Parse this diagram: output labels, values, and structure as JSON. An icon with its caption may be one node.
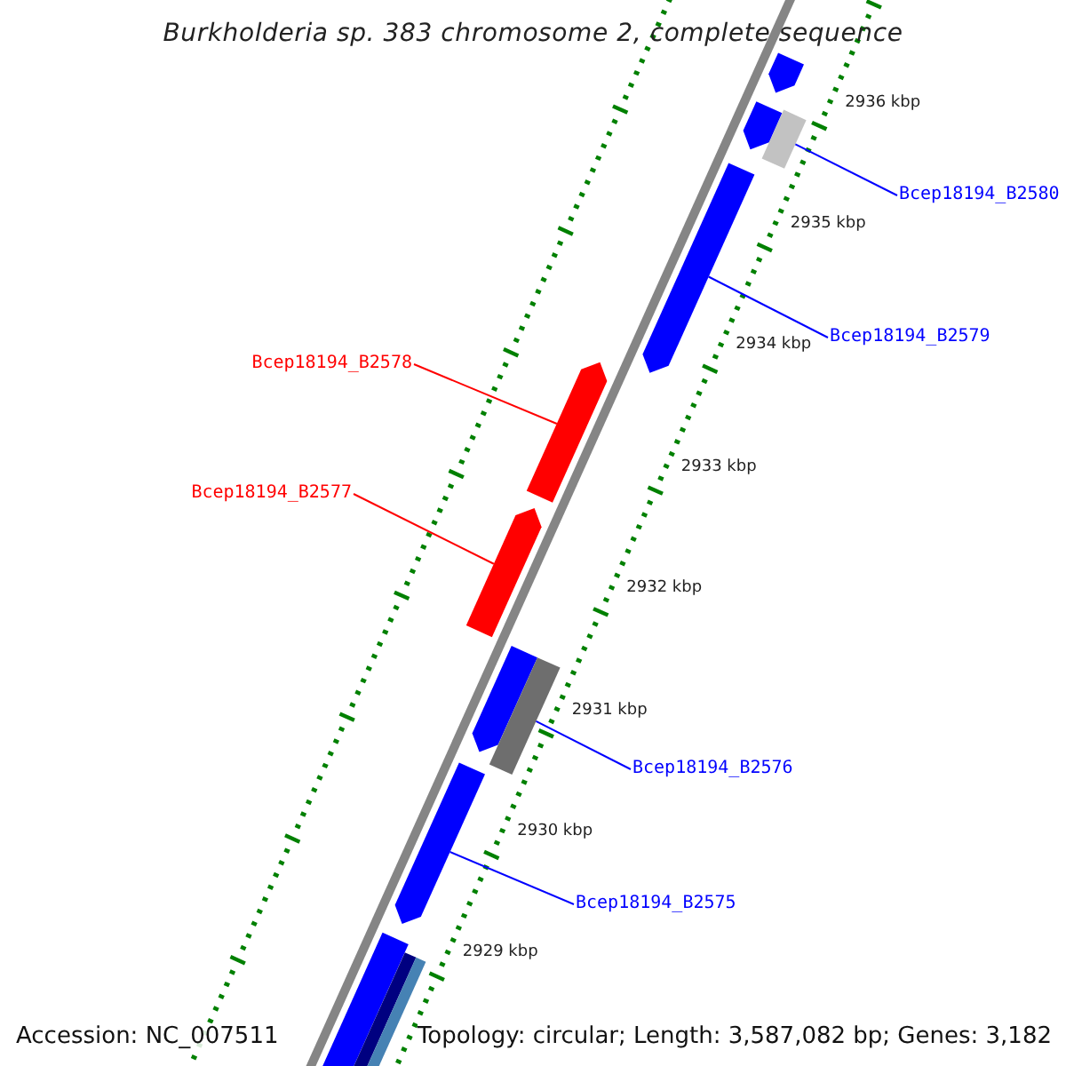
{
  "diagram": {
    "title": "Burkholderia sp. 383 chromosome 2, complete sequence",
    "nodes": [
      {
        "text": [
          "Bcep18194_B2580"
        ]
      },
      {
        "text": [
          "Bcep18194_B2579"
        ]
      },
      {
        "text": [
          "Bcep18194_B2578"
        ]
      },
      {
        "text": [
          "Bcep18194_B2577"
        ]
      },
      {
        "text": [
          "Bcep18194_B2576"
        ]
      },
      {
        "text": [
          "Bcep18194_B2575"
        ]
      },
      {
        "text": [],
        "shape": "bar"
      },
      {
        "text": [],
        "shape": "bar"
      },
      {
        "text": [],
        "shape": "bar"
      },
      {
        "text": [],
        "shape": "bar"
      },
      {
        "text": [],
        "shape": "bar"
      },
      {
        "text": [],
        "shape": "bar"
      },
      {
        "text": [],
        "shape": "bar"
      },
      {
        "text": [],
        "shape": "bar"
      },
      {
        "text": [],
        "shape": "bar"
      },
      {
        "text": [],
        "shape": "bar"
      },
      {
        "text": [],
        "shape": "bar"
      },
      {
        "text": [],
        "shape": "bar"
      }
    ],
    "edges": [
      {
        "from": 0,
        "to": 8,
        "arrow": "none"
      },
      {
        "from": 1,
        "to": 9,
        "arrow": "none"
      },
      {
        "from": 2,
        "to": 10,
        "arrow": "none",
        "color": "#ff0000"
      },
      {
        "from": 3,
        "to": 11,
        "arrow": "none",
        "color": "#ff0000"
      },
      {
        "from": 4,
        "to": 13,
        "arrow": "none"
      },
      {
        "from": 5,
        "to": 14,
        "arrow": "none"
      }
    ],
    "labels": [
      "2936 kbp",
      "2935 kbp",
      "2934 kbp",
      "2933 kbp",
      "2932 kbp",
      "2931 kbp",
      "2930 kbp",
      "2929 kbp",
      "Accession: NC_007511",
      "Topology: circular; Length: 3,587,082 bp; Genes: 3,182"
    ]
  }
}
